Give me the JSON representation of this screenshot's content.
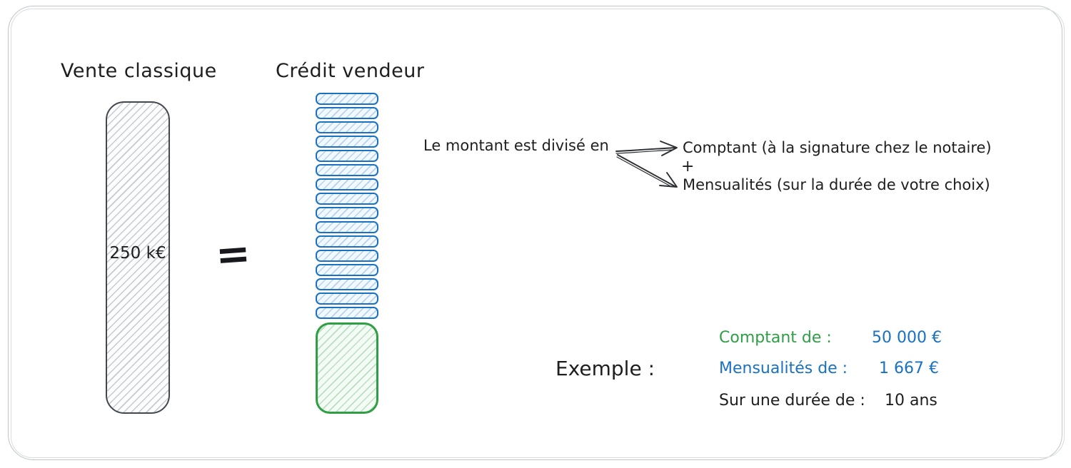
{
  "left_diagram": {
    "title": "Vente classique",
    "bar_label": "250 k€"
  },
  "equals_sign": "=",
  "right_diagram": {
    "title": "Crédit vendeur",
    "installment_count": 16
  },
  "explanation": {
    "lead": "Le montant est divisé en",
    "branch_comptant": "Comptant (à la signature chez le notaire)",
    "plus": "+",
    "branch_mensualites": "Mensualités (sur la durée de votre choix)"
  },
  "example": {
    "label": "Exemple :",
    "rows": [
      {
        "label": "Comptant de :",
        "value": "50 000 €",
        "label_color": "#2f9e44",
        "value_color": "#1971c2"
      },
      {
        "label": "Mensualités de :",
        "value": "1 667 €",
        "label_color": "#1971c2",
        "value_color": "#1971c2"
      },
      {
        "label": "Sur une durée de :",
        "value": "10 ans",
        "label_color": "#1e1e1e",
        "value_color": "#1e1e1e"
      }
    ]
  },
  "colors": {
    "blue": "#1971c2",
    "green": "#2f9e44",
    "ink": "#1e1e1e",
    "bar_stroke": "#43484e",
    "frame_stroke": "#c0c6cc"
  }
}
